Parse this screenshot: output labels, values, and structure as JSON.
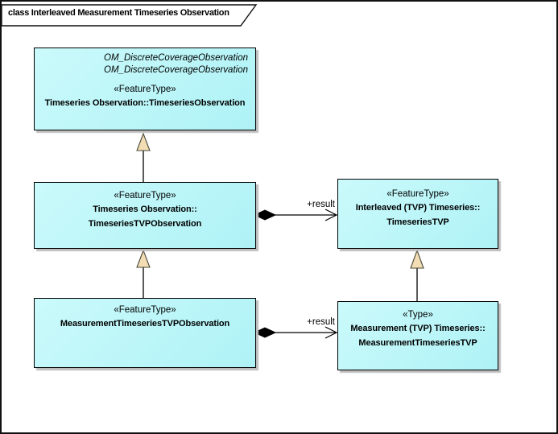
{
  "diagram": {
    "title": "class Interleaved Measurement Timeseries Observation"
  },
  "classes": {
    "timeseries_observation": {
      "parents": [
        "OM_DiscreteCoverageObservation",
        "OM_DiscreteCoverageObservation"
      ],
      "stereotype": "«FeatureType»",
      "name_line1": "Timeseries Observation::TimeseriesObservation"
    },
    "timeseries_tvp_observation": {
      "stereotype": "«FeatureType»",
      "name_line1": "Timeseries Observation::",
      "name_line2": "TimeseriesTVPObservation"
    },
    "timeseries_tvp": {
      "stereotype": "«FeatureType»",
      "name_line1": "Interleaved (TVP) Timeseries::",
      "name_line2": "TimeseriesTVP"
    },
    "measurement_timeseries_tvp_observation": {
      "stereotype": "«FeatureType»",
      "name_line1": "MeasurementTimeseriesTVPObservation"
    },
    "measurement_timeseries_tvp": {
      "stereotype": "«Type»",
      "name_line1": "Measurement (TVP) Timeseries::",
      "name_line2": "MeasurementTimeseriesTVP"
    }
  },
  "connectors": {
    "result_to_timeseries_tvp": {
      "label": "+result",
      "type": "composition"
    },
    "result_to_measurement_tvp": {
      "label": "+result",
      "type": "composition"
    },
    "generalizations": [
      "TimeseriesTVPObservation -> TimeseriesObservation",
      "MeasurementTimeseriesTVPObservation -> TimeseriesTVPObservation",
      "MeasurementTimeseriesTVP -> TimeseriesTVP"
    ]
  },
  "colors": {
    "box_fill_top": "#CBFAFB",
    "box_fill_bottom": "#AEF2F6",
    "box_border": "#000000",
    "triangle_fill": "#F2DDB4",
    "line": "#000000",
    "shadow": "#BDBDBD"
  }
}
